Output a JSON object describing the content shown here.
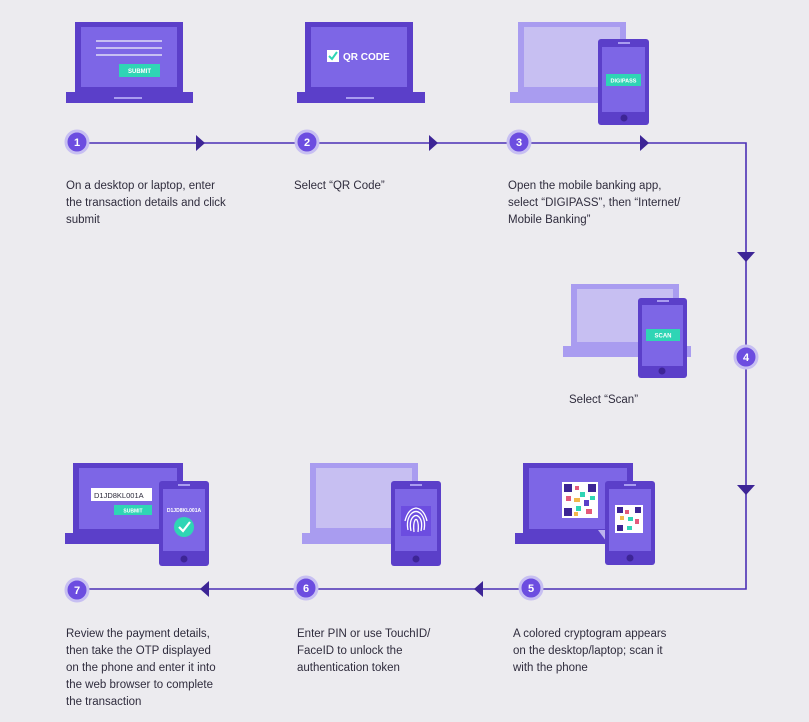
{
  "colors": {
    "background": "#ecebef",
    "purple_dark": "#5b3fc9",
    "purple_mid": "#6c4de0",
    "purple_screen": "#7d66e6",
    "purple_light": "#a99cf0",
    "purple_pale": "#c7bff2",
    "accent_green": "#2fd5b5",
    "line": "#4b2fb5"
  },
  "steps": [
    {
      "number": "1",
      "text": "On a desktop or laptop, enter\nthe transaction details and click\nsubmit"
    },
    {
      "number": "2",
      "text": "Select “QR Code”"
    },
    {
      "number": "3",
      "text": "Open the mobile banking app,\nselect “DIGIPASS”, then “Internet/\nMobile Banking”"
    },
    {
      "number": "4",
      "text": "Select “Scan”"
    },
    {
      "number": "5",
      "text": "A colored cryptogram appears\non the desktop/laptop; scan it\nwith the phone"
    },
    {
      "number": "6",
      "text": "Enter PIN or use TouchID/\nFaceID to unlock the\nauthentication token"
    },
    {
      "number": "7",
      "text": "Review the payment details,\nthen take the OTP displayed\non the phone and enter it into\nthe web browser to complete\nthe transaction"
    }
  ],
  "ui": {
    "submit_label": "SUBMIT",
    "qr_code_label": "QR CODE",
    "digipass_label": "DIGIPASS",
    "scan_label": "SCAN",
    "otp_value": "D1JD8KL001A",
    "otp_phone_value": "D1JD8KL001A",
    "submit_label_7": "SUBMIT"
  },
  "icons": [
    "checkbox-check-icon",
    "fingerprint-icon",
    "checkmark-circle-icon",
    "qr-cryptogram-icon",
    "arrow-right-icon",
    "arrow-down-icon",
    "arrow-left-icon"
  ]
}
